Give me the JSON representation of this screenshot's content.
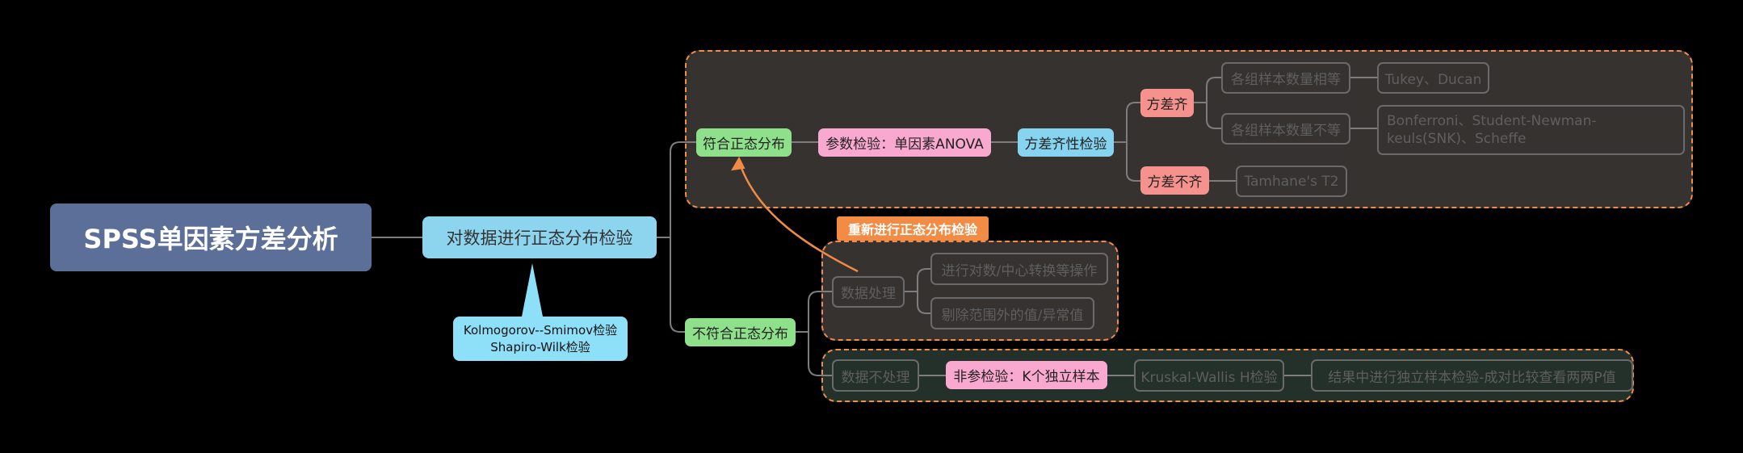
{
  "root": "SPSS单因素方差分析",
  "level1": "对数据进行正态分布检验",
  "callout": {
    "line1": "Kolmogorov--Smimov检验",
    "line2": "Shapiro-Wilk检验"
  },
  "normal": {
    "label": "符合正态分布",
    "test": "参数检验：单因素ANOVA",
    "homogeneity": "方差齐性检验",
    "equal_var": {
      "label": "方差齐",
      "equal_n": "各组样本数量相等",
      "equal_n_method": "Tukey、Ducan",
      "unequal_n": "各组样本数量不等",
      "unequal_n_method": "Bonferroni、Student-Newman-keuls(SNK)、Scheffe"
    },
    "unequal_var": {
      "label": "方差不齐",
      "method": "Tamhane's T2"
    }
  },
  "non_normal": {
    "label": "不符合正态分布",
    "relationship_label": "重新进行正态分布检验",
    "process": {
      "label": "数据处理",
      "option1": "进行对数/中心转换等操作",
      "option2": "剔除范围外的值/异常值"
    },
    "no_process": {
      "label": "数据不处理",
      "test": "非参检验：K个独立样本",
      "method": "Kruskal-Wallis H检验",
      "posthoc": "结果中进行独立样本检验-成对比较查看两两P值"
    }
  },
  "colors": {
    "background": "#000000",
    "root": "#5b6f99",
    "boundary": "#f28c48",
    "green": "#8fe08a",
    "pink": "#f9a8cf",
    "blue": "#86d4ef",
    "salmon": "#f6928d"
  }
}
